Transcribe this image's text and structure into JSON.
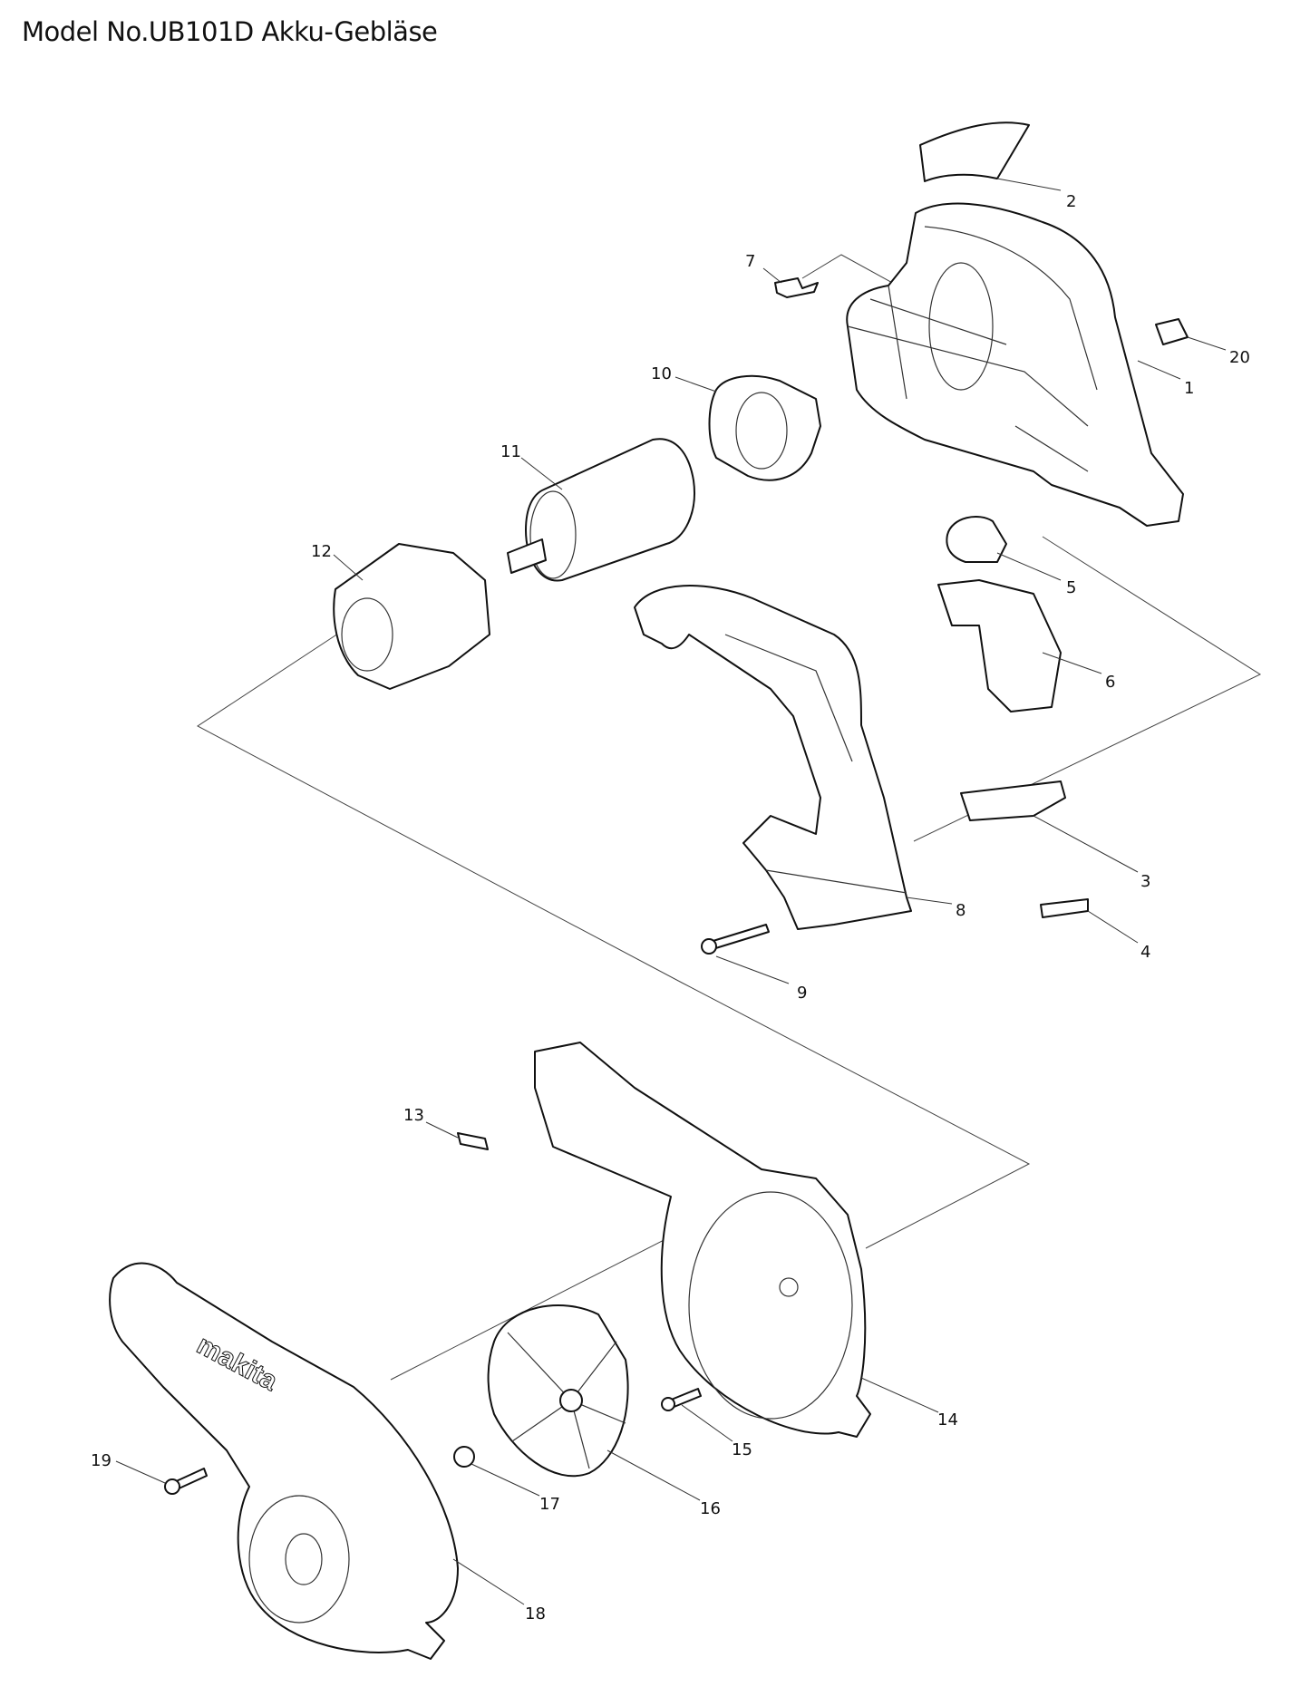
{
  "title": "Model No.UB101D Akku-Gebläse",
  "labels": {
    "p1": "1",
    "p2": "2",
    "p3": "3",
    "p4": "4",
    "p5": "5",
    "p6": "6",
    "p7": "7",
    "p8": "8",
    "p9": "9",
    "p10": "10",
    "p11": "11",
    "p12": "12",
    "p13": "13",
    "p14": "14",
    "p15": "15",
    "p16": "16",
    "p17": "17",
    "p18": "18",
    "p19": "19",
    "p20": "20"
  },
  "logo_text": "makita"
}
